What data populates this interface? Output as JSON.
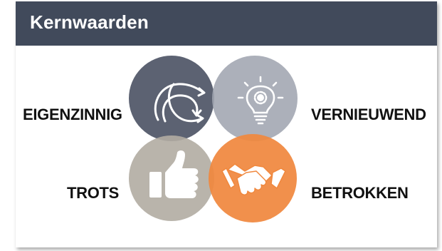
{
  "header": {
    "title": "Kernwaarden"
  },
  "values": {
    "eigenzinnig": "EIGENZINNIG",
    "vernieuwend": "VERNIEUWEND",
    "trots": "TROTS",
    "betrokken": "BETROKKEN"
  },
  "icons": {
    "eigenzinnig": "curved-arrows-icon",
    "vernieuwend": "lightbulb-gear-icon",
    "trots": "thumbs-up-icon",
    "betrokken": "handshake-icon"
  },
  "colors": {
    "header": "#414a5b",
    "eigenzinnig": "#4e5566",
    "vernieuwend": "#a0a5b1",
    "trots": "#b1aca2",
    "betrokken": "#f0883e"
  }
}
